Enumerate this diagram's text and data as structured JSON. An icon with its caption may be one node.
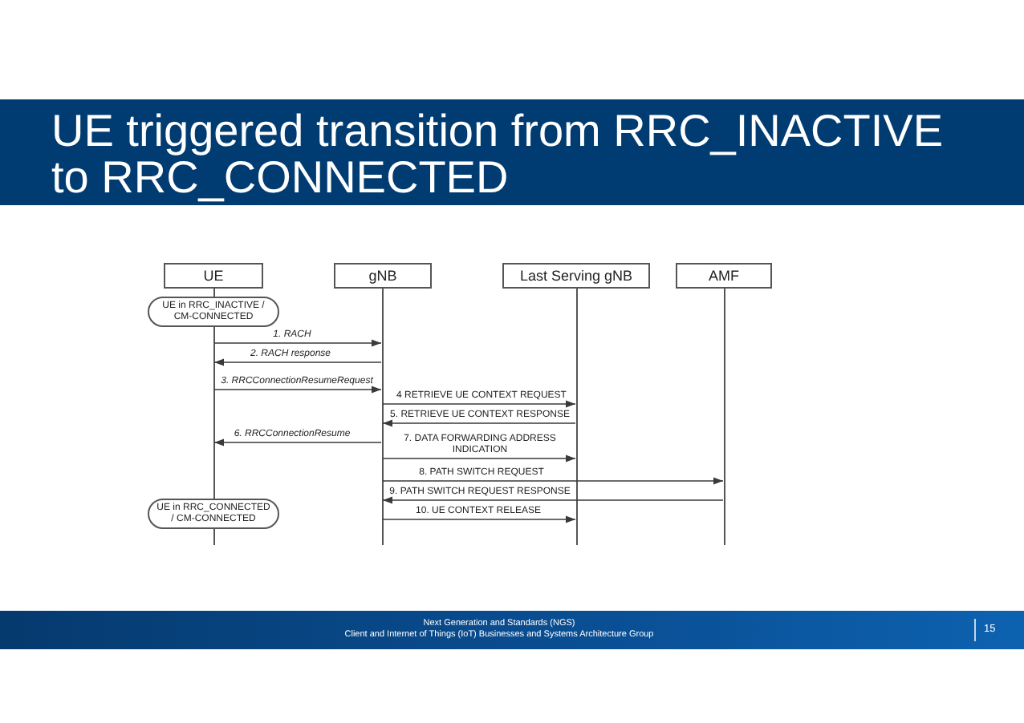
{
  "diagram": {
    "title": "UE triggered transition from RRC_INACTIVE to RRC_CONNECTED",
    "nodes": [
      {
        "text": [
          "UE"
        ]
      },
      {
        "text": [
          "gNB"
        ]
      },
      {
        "text": [
          "Last Serving gNB"
        ]
      },
      {
        "text": [
          "AMF"
        ]
      },
      {
        "text": [],
        "shape": "line"
      },
      {
        "text": [],
        "shape": "line"
      },
      {
        "text": [],
        "shape": "line"
      },
      {
        "text": [],
        "shape": "line"
      },
      {
        "text": [
          "UE in RRC_INACTIVE / CM-CONNECTED"
        ]
      },
      {
        "text": [
          "UE in RRC_CONNECTED / CM-CONNECTED"
        ]
      }
    ],
    "edges": [
      {
        "from": 4,
        "to": 5,
        "arrow": "to",
        "label": "1. RACH"
      },
      {
        "from": 5,
        "to": 4,
        "arrow": "to",
        "label": "2. RACH response"
      },
      {
        "from": 4,
        "to": 5,
        "arrow": "to",
        "label": "3. RRCConnectionResumeRequest"
      },
      {
        "from": 5,
        "to": 6,
        "arrow": "to",
        "label": "4 RETRIEVE UE CONTEXT REQUEST"
      },
      {
        "from": 6,
        "to": 5,
        "arrow": "to",
        "label": "5. RETRIEVE UE CONTEXT RESPONSE"
      },
      {
        "from": 5,
        "to": 4,
        "arrow": "to",
        "label": "6. RRCConnectionResume"
      },
      {
        "from": 5,
        "to": 6,
        "arrow": "to",
        "label": "7. DATA FORWARDING ADDRESS INDICATION"
      },
      {
        "from": 5,
        "to": 7,
        "arrow": "to",
        "label": "8. PATH SWITCH REQUEST"
      },
      {
        "from": 7,
        "to": 5,
        "arrow": "to",
        "label": "9. PATH SWITCH REQUEST RESPONSE"
      },
      {
        "from": 5,
        "to": 6,
        "arrow": "to",
        "label": "10. UE CONTEXT RELEASE"
      }
    ],
    "labels": [
      "Next Generation and Standards (NGS)",
      "Client and Internet of Things (IoT) Businesses and Systems Architecture Group",
      "15"
    ]
  }
}
